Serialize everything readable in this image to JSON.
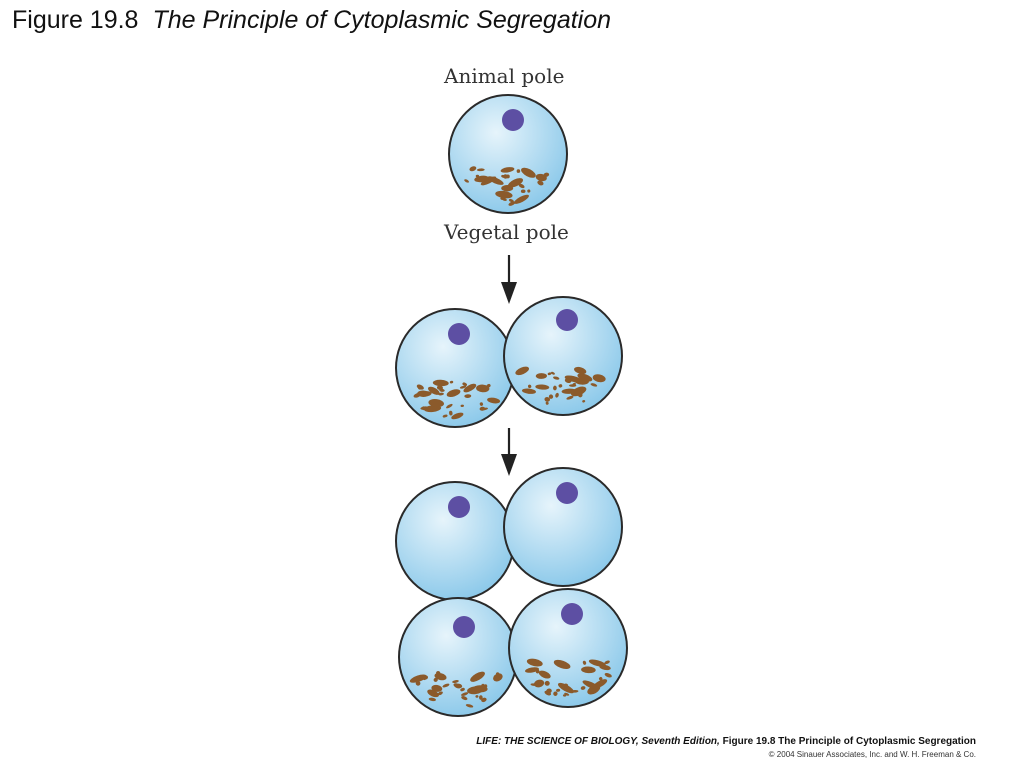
{
  "title": {
    "figure_number": "Figure 19.8",
    "figure_name": "The Principle of Cytoplasmic Segregation"
  },
  "labels": {
    "animal_pole": "Animal pole",
    "vegetal_pole": "Vegetal pole"
  },
  "credit": {
    "book": "LIFE: THE SCIENCE OF BIOLOGY, Seventh Edition,",
    "figure_ref": " Figure 19.8 The Principle of Cytoplasmic Segregation",
    "copyright": "© 2004 Sinauer Associates, Inc. and W. H. Freeman & Co."
  },
  "colors": {
    "cell_fill_light": "#e6f4fb",
    "cell_fill_dark": "#8cc9ea",
    "cell_outline": "#2a2a2a",
    "nucleus": "#5d4fa3",
    "yolk_granules": "#8b5a2b",
    "arrow": "#222222"
  }
}
